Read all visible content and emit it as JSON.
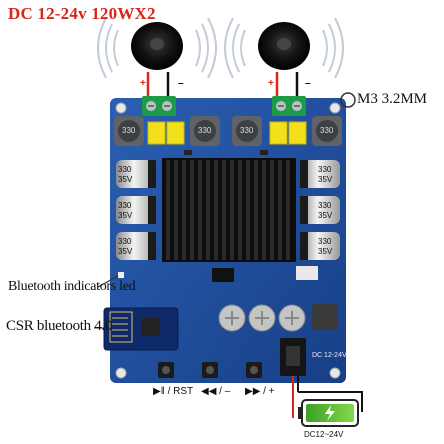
{
  "title": "DC 12-24v 120WX2",
  "annotations": {
    "mount_hole": "M3 3.2MM",
    "bluetooth_led": "Bluetooth indicators led",
    "bluetooth_module": "CSR bluetooth 4.0",
    "battery": "DC12~24V"
  },
  "buttons": [
    {
      "label": "▶‖ / RST"
    },
    {
      "label": "◀◀ / –"
    },
    {
      "label": "▶▶ / +"
    }
  ],
  "polarity": {
    "plus": "+",
    "minus": "–"
  },
  "capacitors": [
    {
      "value": "330",
      "volts": "35V"
    },
    {
      "value": "330",
      "volts": "35V"
    },
    {
      "value": "330",
      "volts": "35V"
    },
    {
      "value": "330",
      "volts": "35V"
    },
    {
      "value": "330",
      "volts": "35V"
    },
    {
      "value": "330",
      "volts": "35V"
    }
  ],
  "inductors": [
    "330",
    "330",
    "330",
    "330"
  ],
  "board_text": {
    "dc_jack": "DC 12-24V"
  },
  "colors": {
    "title": "#d8261a",
    "pcb": "#1f4fa0",
    "heatsink": "#1a1a1a",
    "terminal": "#1e9b46",
    "capacitor_yellow": "#f2e01b",
    "battery_green": "#4fbf2e"
  }
}
